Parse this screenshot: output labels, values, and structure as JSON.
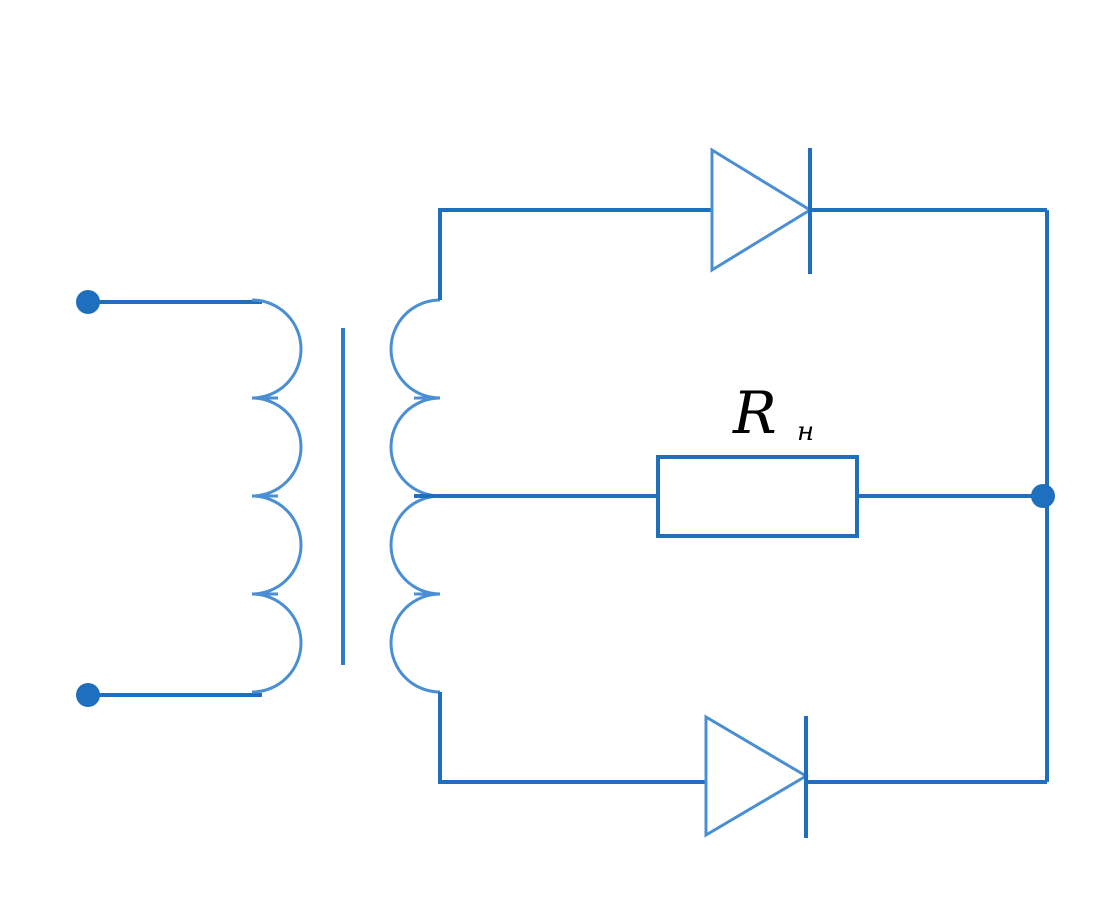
{
  "diagram": {
    "type": "circuit-schematic",
    "components": {
      "resistor": {
        "label_main": "R",
        "label_sub": "н"
      },
      "transformer": {
        "primary_turns": 4,
        "secondary_turns": 4,
        "secondary_center_tap": true
      },
      "diodes": 2,
      "input_terminals": 2
    },
    "colors": {
      "wire": "#1f6fbf",
      "coil": "#4a8fd4",
      "label": "#000000",
      "background": "#ffffff"
    }
  }
}
